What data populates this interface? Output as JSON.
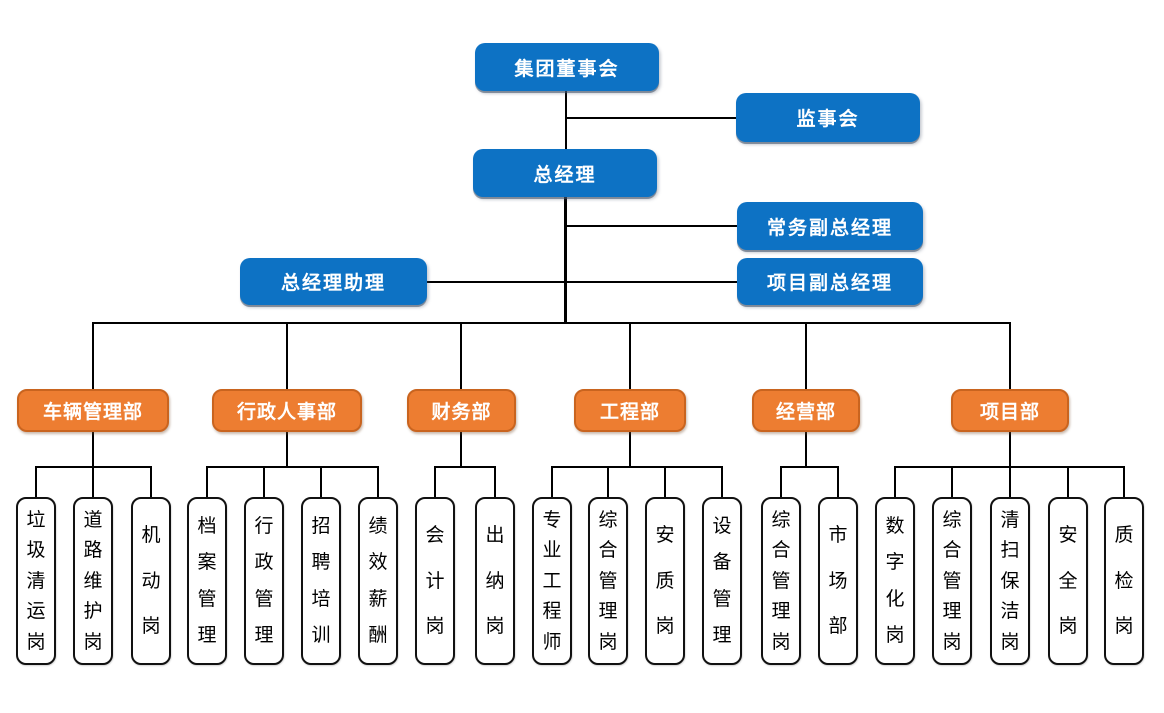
{
  "org": {
    "board": "集团董事会",
    "supervisory": "监事会",
    "general_manager": "总经理",
    "executive_deputy_gm": "常务副总经理",
    "gm_assistant": "总经理助理",
    "project_deputy_gm": "项目副总经理",
    "departments": [
      {
        "label": "车辆管理部",
        "children": [
          "垃圾清运岗",
          "道路维护岗",
          "机动岗"
        ]
      },
      {
        "label": "行政人事部",
        "children": [
          "档案管理",
          "行政管理",
          "招聘培训",
          "绩效薪酬"
        ]
      },
      {
        "label": "财务部",
        "children": [
          "会计岗",
          "出纳岗"
        ]
      },
      {
        "label": "工程部",
        "children": [
          "专业工程师",
          "综合管理岗",
          "安质岗",
          "设备管理"
        ]
      },
      {
        "label": "经营部",
        "children": [
          "综合管理岗",
          "市场部"
        ]
      },
      {
        "label": "项目部",
        "children": [
          "数字化岗",
          "综合管理岗",
          "清扫保洁岗",
          "安全岗",
          "质检岗"
        ]
      }
    ],
    "colors": {
      "node_blue": "#0d72c4",
      "node_orange": "#ed7d31",
      "orange_border": "#c9641f",
      "line": "#000000"
    }
  }
}
